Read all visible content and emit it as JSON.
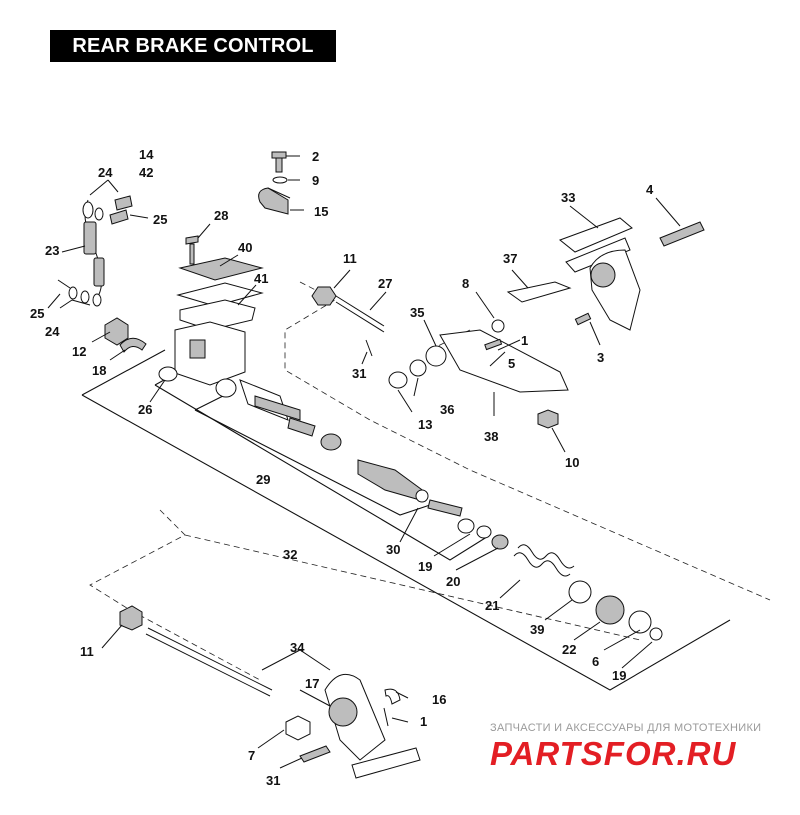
{
  "title": "REAR BRAKE CONTROL",
  "watermark": {
    "caption": "ЗАПЧАСТИ И АКСЕССУАРЫ ДЛЯ МОТОТЕХНИКИ",
    "logo": "PARTSFOR.RU",
    "color": "#e31e24"
  },
  "callouts": [
    "2",
    "9",
    "15",
    "14",
    "42",
    "24",
    "25",
    "23",
    "28",
    "40",
    "41",
    "25",
    "24",
    "12",
    "18",
    "11",
    "27",
    "31",
    "33",
    "4",
    "37",
    "8",
    "35",
    "1",
    "5",
    "3",
    "36",
    "13",
    "38",
    "10",
    "26",
    "29",
    "32",
    "30",
    "19",
    "20",
    "21",
    "39",
    "22",
    "6",
    "19",
    "11",
    "34",
    "17",
    "16",
    "1",
    "7",
    "31"
  ]
}
